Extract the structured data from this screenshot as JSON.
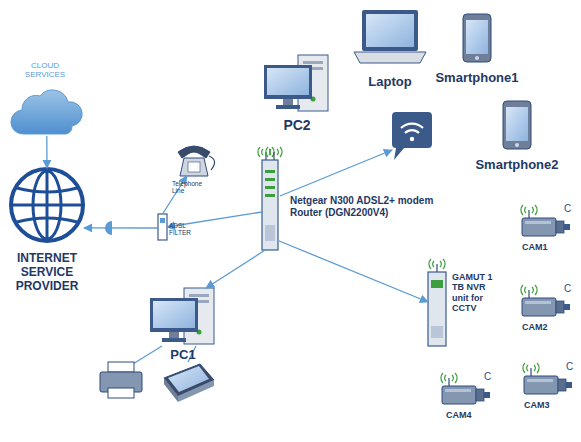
{
  "diagram": {
    "nodes": [
      {
        "text": [
          "CLOUD SERVICES"
        ]
      },
      {
        "text": [
          "Laptop"
        ]
      },
      {
        "text": [
          "Smartphone1"
        ]
      },
      {
        "text": [
          "PC2"
        ]
      },
      {
        "text": [
          "Telephone Line"
        ]
      },
      {
        "text": [
          "Smartphone2"
        ]
      },
      {
        "text": [
          "Netgear N300 ADSL2+ modem Router (DGN2200V4)"
        ]
      },
      {
        "text": [
          "INTERNET SERVICE PROVIDER"
        ]
      },
      {
        "text": [
          "ADSL FILTER"
        ]
      },
      {
        "text": [
          "PC1"
        ]
      },
      {
        "text": [
          "GAMUT 1 TB NVR unit for CCTV"
        ]
      },
      {
        "text": [
          "CAM1"
        ]
      },
      {
        "text": [
          "CAM2"
        ]
      },
      {
        "text": [
          "CAM3"
        ]
      },
      {
        "text": [
          "CAM4"
        ]
      }
    ],
    "edges": [
      {
        "from": 0,
        "to": 7,
        "arrow": "to"
      },
      {
        "from": 8,
        "to": 7,
        "arrow": "to"
      },
      {
        "from": 8,
        "to": 4,
        "arrow": "to"
      },
      {
        "from": 6,
        "to": 8,
        "arrow": "to"
      },
      {
        "from": 6,
        "to": 9,
        "arrow": "to"
      },
      {
        "from": 6,
        "to": 10,
        "arrow": "to"
      }
    ],
    "labels": [
      "C",
      "C",
      "C",
      "C"
    ]
  }
}
